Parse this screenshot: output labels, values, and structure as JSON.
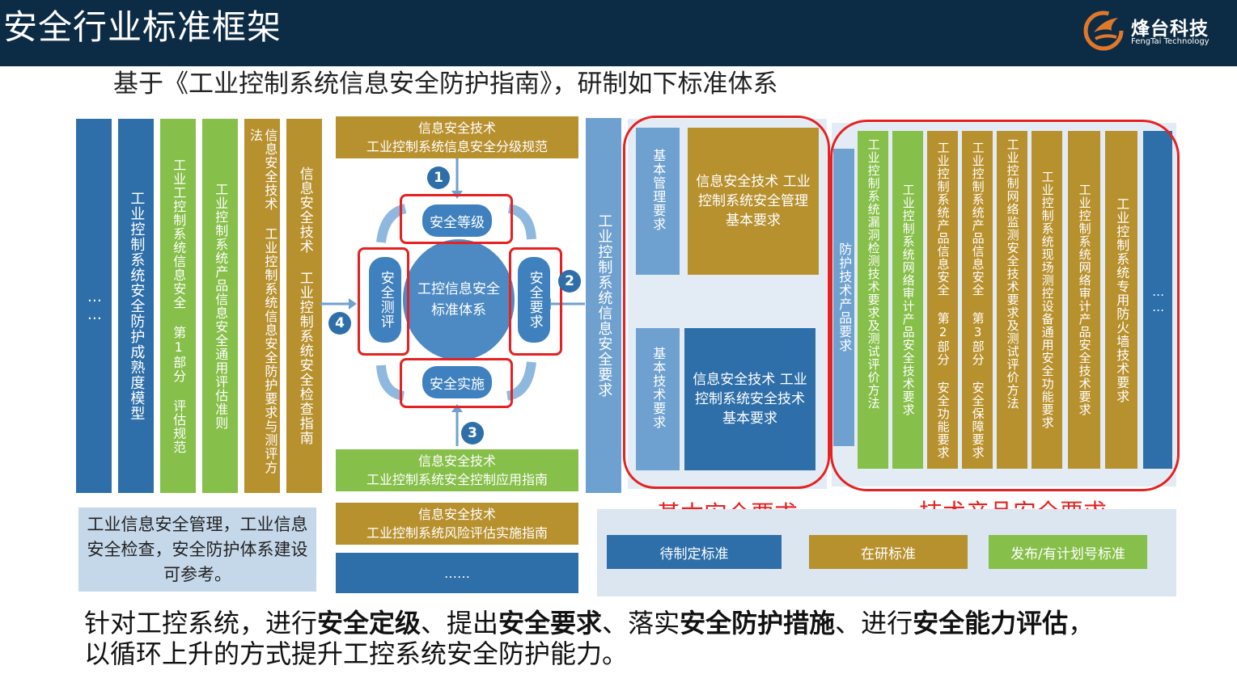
{
  "header": {
    "title": "安全行业标准框架",
    "logo_cn": "烽台科技",
    "logo_en": "FengTai Technology",
    "brand_colors": {
      "bar": "#0c2b44",
      "logo": "#e0782a"
    }
  },
  "subtitle": "基于《工业控制系统信息安全防护指南》，研制如下标准体系",
  "left_columns": [
    {
      "text": "……",
      "color": "blue"
    },
    {
      "text": "工业控制系统安全防护成熟度模型",
      "color": "blue"
    },
    {
      "text": "工业工控制系统信息安全 第1部分 评估规范",
      "color": "green"
    },
    {
      "text": "工业控制系统产品信息安全通用评估准则",
      "color": "green"
    },
    {
      "text": "信息安全技术 工业控制系统信息安全防护要求与测评方法",
      "color": "gold"
    },
    {
      "text": "信息安全技术 工业控制系统安全检查指南",
      "color": "gold"
    }
  ],
  "left_note": "工业信息安全管理，工业信息安全检查，安全防护体系建设可参考。",
  "center": {
    "top_box": {
      "line1": "信息安全技术",
      "line2": "工业控制系统信息安全分级规范"
    },
    "core": {
      "line1": "工控信息安全",
      "line2": "标准体系"
    },
    "nodes": {
      "top": "安全等级",
      "right": "安全要求",
      "bottom": "安全实施",
      "left": "安全测评"
    },
    "steps": [
      "1",
      "2",
      "3",
      "4"
    ],
    "bottom_box1": {
      "line1": "信息安全技术",
      "line2": "工业控制系统安全控制应用指南"
    },
    "bottom_box2": {
      "line1": "信息安全技术",
      "line2": "工业控制系统风险评估实施指南"
    },
    "bottom_box3": "……"
  },
  "mid_column": "工业控制系统信息安全要求",
  "basic_requirements": {
    "label": "基本安全要求",
    "mgmt_side": "基本管理要求",
    "mgmt_box": "信息安全技术 工业控制系统安全管理基本要求",
    "tech_side": "基本技术要求",
    "tech_box": "信息安全技术 工业控制系统安全技术基本要求"
  },
  "product_requirements": {
    "label": "技术产品安全要求",
    "side_label": "防护技术产品要求",
    "columns": [
      {
        "text": "工业控制系统漏洞检测技术要求及测试评价方法",
        "color": "green"
      },
      {
        "text": "工业控制系统网络审计产品安全技术要求",
        "color": "green"
      },
      {
        "text": "工业控制系统产品信息安全 第2部分 安全功能要求",
        "color": "gold"
      },
      {
        "text": "工业控制系统产品信息安全 第3部分 安全保障要求",
        "color": "gold"
      },
      {
        "text": "工业控制网络监测安全技术要求及测试评价方法",
        "color": "gold"
      },
      {
        "text": "工业控制系统现场测控设备通用安全功能要求",
        "color": "gold"
      },
      {
        "text": "工业控制系统网络审计产品安全技术要求",
        "color": "gold"
      },
      {
        "text": "工业控制系统专用防火墙技术要求",
        "color": "gold"
      },
      {
        "text": "……",
        "color": "blue"
      }
    ]
  },
  "legend": [
    {
      "label": "待制定标准",
      "color": "#2e6faa"
    },
    {
      "label": "在研标准",
      "color": "#b8912f"
    },
    {
      "label": "发布/有计划号标准",
      "color": "#86bf49"
    }
  ],
  "bottom_text": {
    "p1": "针对工控系统，进行",
    "b1": "安全定级",
    "p2": "、提出",
    "b2": "安全要求",
    "p3": "、落实",
    "b3": "安全防护措施",
    "p4": "、进行",
    "b4": "安全能力评估",
    "p5": "，",
    "line2": "以循环上升的方式提升工控系统安全防护能力。"
  }
}
